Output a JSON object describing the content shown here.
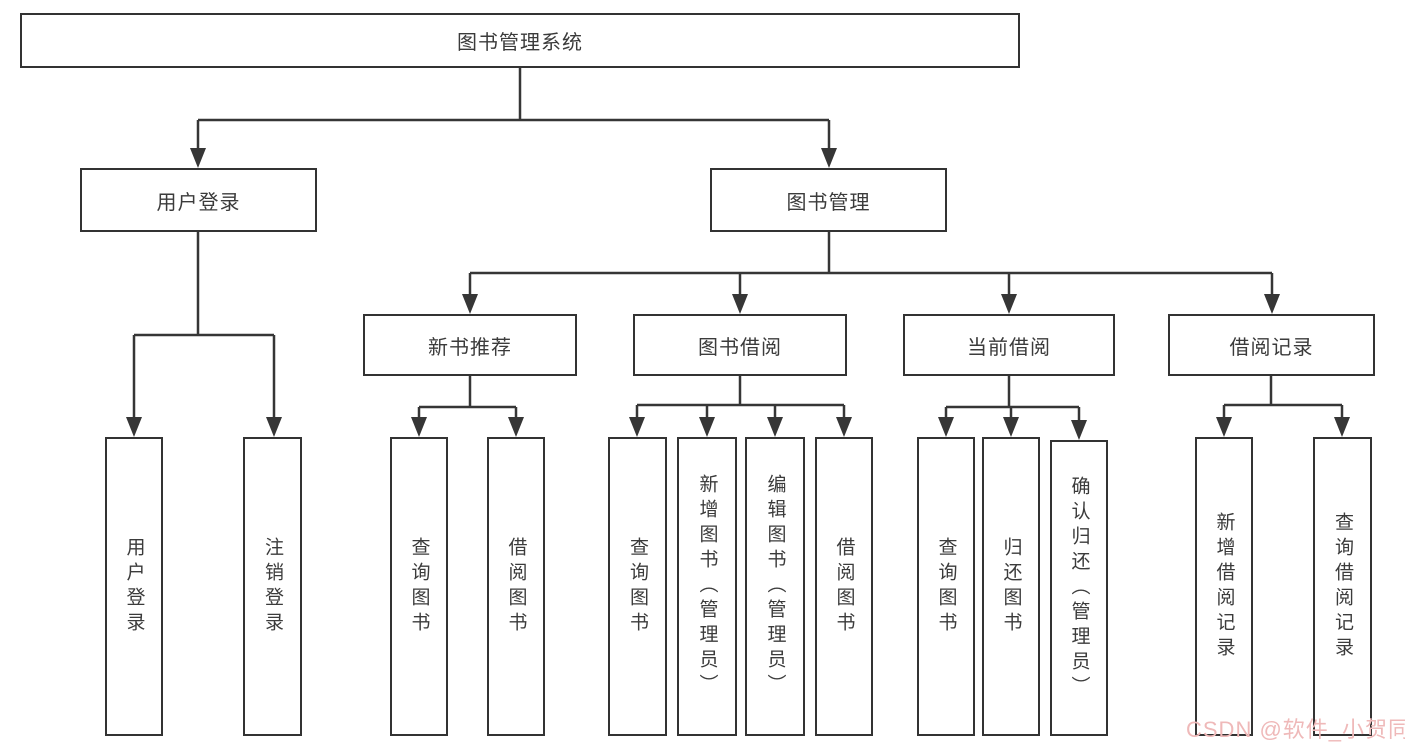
{
  "tree": {
    "root": {
      "label": "图书管理系统",
      "children": [
        {
          "label": "用户登录",
          "children": [
            {
              "label": "用户登录"
            },
            {
              "label": "注销登录"
            }
          ]
        },
        {
          "label": "图书管理",
          "children": [
            {
              "label": "新书推荐",
              "children": [
                {
                  "label": "查询图书"
                },
                {
                  "label": "借阅图书"
                }
              ]
            },
            {
              "label": "图书借阅",
              "children": [
                {
                  "label": "查询图书"
                },
                {
                  "label": "新增图书（管理员）"
                },
                {
                  "label": "编辑图书（管理员）"
                },
                {
                  "label": "借阅图书"
                }
              ]
            },
            {
              "label": "当前借阅",
              "children": [
                {
                  "label": "查询图书"
                },
                {
                  "label": "归还图书"
                },
                {
                  "label": "确认归还（管理员）"
                }
              ]
            },
            {
              "label": "借阅记录",
              "children": [
                {
                  "label": "新增借阅记录"
                },
                {
                  "label": "查询借阅记录"
                }
              ]
            }
          ]
        }
      ]
    }
  },
  "watermark": {
    "text": "CSDN @软件_小贺同学",
    "color": "#efb9b9"
  },
  "colors": {
    "line": "#363636",
    "box_border": "#333333",
    "text": "#3b3b3b",
    "background": "#ffffff"
  }
}
